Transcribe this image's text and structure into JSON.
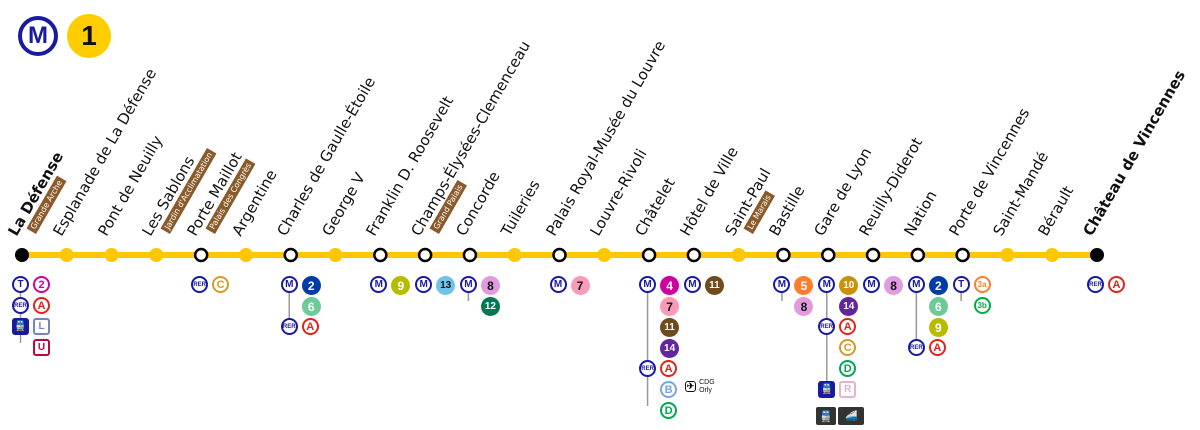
{
  "header": {
    "network_symbol": "M",
    "line_number": "1",
    "network_color": "#1a1aa0",
    "line_color": "#ffcd00"
  },
  "line": {
    "color": "#ffc700",
    "stations": [
      {
        "name": "La Défense",
        "terminus": true,
        "tag": "Grande Arche",
        "connections": [
          {
            "mode": "T",
            "lines": [
              "2"
            ]
          },
          {
            "mode": "RER",
            "lines": [
              "A"
            ]
          },
          {
            "mode": "Train",
            "lines": [
              "L",
              "U"
            ]
          }
        ]
      },
      {
        "name": "Esplanade de La Défense"
      },
      {
        "name": "Pont de Neuilly"
      },
      {
        "name": "Les Sablons",
        "tag": "Jardin d'Acclimatation"
      },
      {
        "name": "Porte Maillot",
        "tag": "Palais des Congrès",
        "interchange": true,
        "connections": [
          {
            "mode": "RER",
            "lines": [
              "C"
            ]
          }
        ]
      },
      {
        "name": "Argentine"
      },
      {
        "name": "Charles de Gaulle-Étoile",
        "interchange": true,
        "connections": [
          {
            "mode": "M",
            "lines": [
              "2",
              "6"
            ]
          },
          {
            "mode": "RER",
            "lines": [
              "A"
            ]
          }
        ]
      },
      {
        "name": "George V"
      },
      {
        "name": "Franklin D. Roosevelt",
        "interchange": true,
        "connections": [
          {
            "mode": "M",
            "lines": [
              "9"
            ]
          }
        ]
      },
      {
        "name": "Champs-Élysées-Clemenceau",
        "tag": "Grand Palais",
        "interchange": true,
        "connections": [
          {
            "mode": "M",
            "lines": [
              "13"
            ]
          }
        ]
      },
      {
        "name": "Concorde",
        "interchange": true,
        "connections": [
          {
            "mode": "M",
            "lines": [
              "8",
              "12"
            ]
          }
        ]
      },
      {
        "name": "Tuileries"
      },
      {
        "name": "Palais Royal-Musée du Louvre",
        "interchange": true,
        "connections": [
          {
            "mode": "M",
            "lines": [
              "7"
            ]
          }
        ]
      },
      {
        "name": "Louvre-Rivoli"
      },
      {
        "name": "Châtelet",
        "interchange": true,
        "connections": [
          {
            "mode": "M",
            "lines": [
              "4",
              "7",
              "11",
              "14"
            ]
          },
          {
            "mode": "RER",
            "lines": [
              "A",
              "B",
              "D"
            ]
          }
        ],
        "airport_note": [
          "CDG",
          "Orly"
        ]
      },
      {
        "name": "Hôtel de Ville",
        "interchange": true,
        "connections": [
          {
            "mode": "M",
            "lines": [
              "11"
            ]
          }
        ]
      },
      {
        "name": "Saint-Paul",
        "tag": "Le Marais"
      },
      {
        "name": "Bastille",
        "interchange": true,
        "connections": [
          {
            "mode": "M",
            "lines": [
              "5",
              "8"
            ]
          }
        ]
      },
      {
        "name": "Gare de Lyon",
        "interchange": true,
        "connections": [
          {
            "mode": "M",
            "lines": [
              "10",
              "14"
            ]
          },
          {
            "mode": "RER",
            "lines": [
              "A",
              "C",
              "D"
            ]
          },
          {
            "mode": "Train",
            "lines": [
              "R"
            ]
          }
        ]
      },
      {
        "name": "Reuilly-Diderot",
        "interchange": true,
        "connections": [
          {
            "mode": "M",
            "lines": [
              "8"
            ]
          }
        ]
      },
      {
        "name": "Nation",
        "interchange": true,
        "connections": [
          {
            "mode": "M",
            "lines": [
              "2",
              "6",
              "9"
            ]
          },
          {
            "mode": "RER",
            "lines": [
              "A"
            ]
          }
        ]
      },
      {
        "name": "Porte de Vincennes",
        "interchange": true,
        "connections": [
          {
            "mode": "T",
            "lines": [
              "3a",
              "3b"
            ]
          }
        ]
      },
      {
        "name": "Saint-Mandé"
      },
      {
        "name": "Bérault"
      },
      {
        "name": "Château de Vincennes",
        "terminus": true,
        "connections": [
          {
            "mode": "RER",
            "lines": [
              "A"
            ]
          }
        ]
      }
    ]
  },
  "mode_symbols": {
    "M": "M",
    "RER": "RER",
    "T": "T"
  },
  "line_colors": {
    "M": {
      "2": "#003ca6",
      "4": "#cf009e",
      "5": "#ff7e2e",
      "6": "#6eca97",
      "7": "#fa9aba",
      "8": "#e19bdf",
      "9": "#b6bd00",
      "10": "#c9910d",
      "11": "#704b1c",
      "12": "#007852",
      "13": "#6ec4e8",
      "14": "#62259d"
    },
    "RER": {
      "A": "#e2231a",
      "B": "#7ba3dc",
      "C": "#d49a2a",
      "D": "#00a94f"
    },
    "T": {
      "2": "#cf009e",
      "3a": "#ff7e2e",
      "3b": "#00ae41"
    },
    "Train": {
      "L": "#7584bc",
      "U": "#b90845",
      "R": "#e4b4d1"
    }
  },
  "icons": {
    "train": "train-icon",
    "tgv": "tgv-icon",
    "plane": "plane-icon"
  }
}
